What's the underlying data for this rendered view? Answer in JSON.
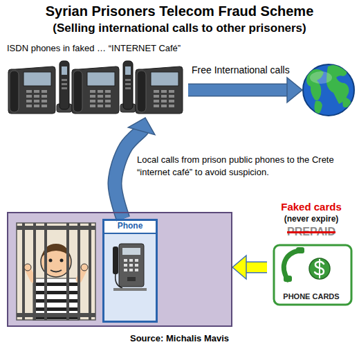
{
  "diagram": {
    "title": "Syrian Prisoners Telecom Fraud Scheme",
    "caption": "Source: Michalis Mavis",
    "nodes": [
      {
        "text": [
          "ISDN phones in faked … “INTERNET Café”"
        ]
      },
      {
        "text": []
      },
      {
        "text": []
      },
      {
        "text": [
          "Phone"
        ],
        "in": 2
      },
      {
        "text": [
          "Faked cards",
          "(never expire)",
          "PREPAID",
          "PHONE CARDS"
        ]
      }
    ],
    "edges": [
      {
        "from": 0,
        "to": 1,
        "arrow": "to",
        "label": "Free International calls"
      },
      {
        "from": 3,
        "to": 0,
        "arrow": "to",
        "label": "Local calls from prison public phones to the Crete “internet café” to avoid suspicion."
      },
      {
        "from": 4,
        "to": 2,
        "arrow": "to"
      }
    ],
    "labels": [
      "(Selling international calls to other prisoners)"
    ]
  }
}
